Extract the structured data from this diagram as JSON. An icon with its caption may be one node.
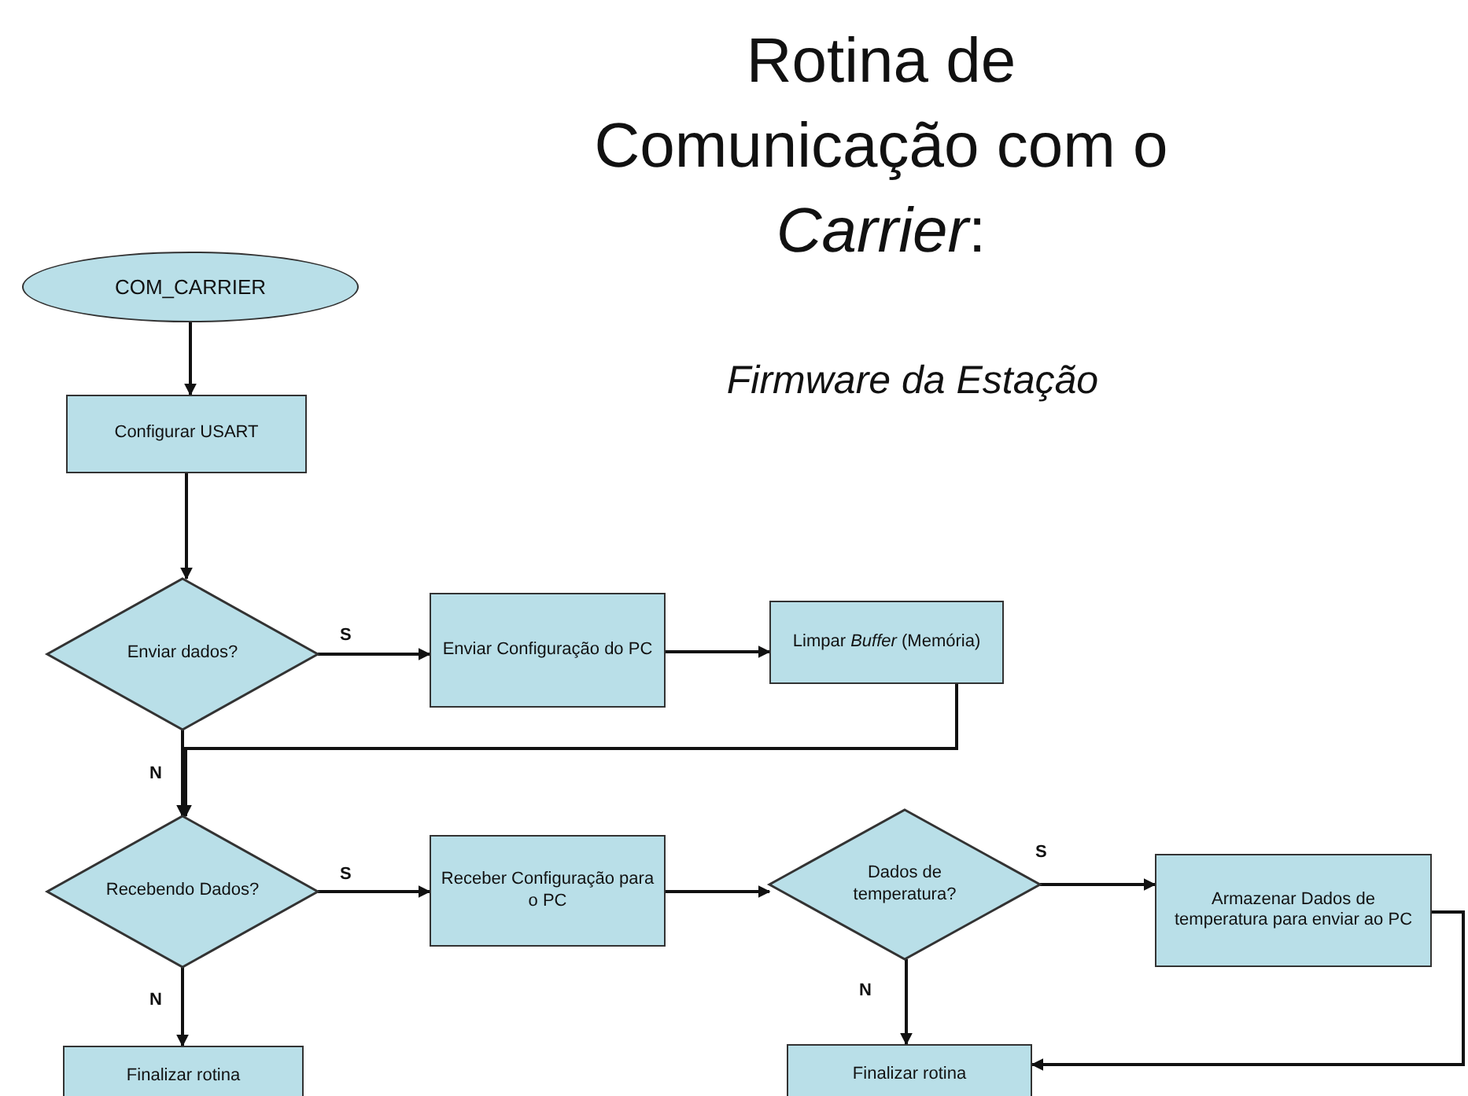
{
  "diagram": {
    "title": "Rotina de Comunicação com o *Carrier*:",
    "caption": "Firmware da Estação",
    "nodes": [
      {
        "text": [
          "COM_CARRIER"
        ]
      },
      {
        "text": [
          "Configurar USART"
        ]
      },
      {
        "text": [
          "Enviar dados?"
        ]
      },
      {
        "text": [
          "Enviar Configuração do PC"
        ]
      },
      {
        "text": [
          "Limpar *Buffer* (Memória)"
        ]
      },
      {
        "text": [
          "Recebendo Dados?"
        ]
      },
      {
        "text": [
          "Receber Configuração para o PC"
        ]
      },
      {
        "text": [
          "Finalizar rotina"
        ]
      },
      {
        "text": [
          "Dados de temperatura?"
        ]
      },
      {
        "text": [
          "Armazenar Dados de temperatura para enviar ao PC"
        ]
      },
      {
        "text": [
          "Finalizar rotina"
        ]
      }
    ],
    "edges": [
      {
        "from": 0,
        "to": 1,
        "arrow": "to"
      },
      {
        "from": 1,
        "to": 2,
        "arrow": "to"
      },
      {
        "from": 2,
        "to": 3,
        "arrow": "to",
        "label": "S"
      },
      {
        "from": 3,
        "to": 4,
        "arrow": "to"
      },
      {
        "from": 4,
        "to": 5,
        "arrow": "to"
      },
      {
        "from": 2,
        "to": 5,
        "arrow": "to",
        "label": "N"
      },
      {
        "from": 5,
        "to": 6,
        "arrow": "to",
        "label": "S"
      },
      {
        "from": 6,
        "to": 8,
        "arrow": "to"
      },
      {
        "from": 8,
        "to": 9,
        "arrow": "to",
        "label": "S"
      },
      {
        "from": 8,
        "to": 10,
        "arrow": "to",
        "label": "N"
      },
      {
        "from": 5,
        "to": 7,
        "arrow": "to",
        "label": "N"
      },
      {
        "from": 9,
        "to": 10,
        "arrow": "to"
      }
    ]
  }
}
